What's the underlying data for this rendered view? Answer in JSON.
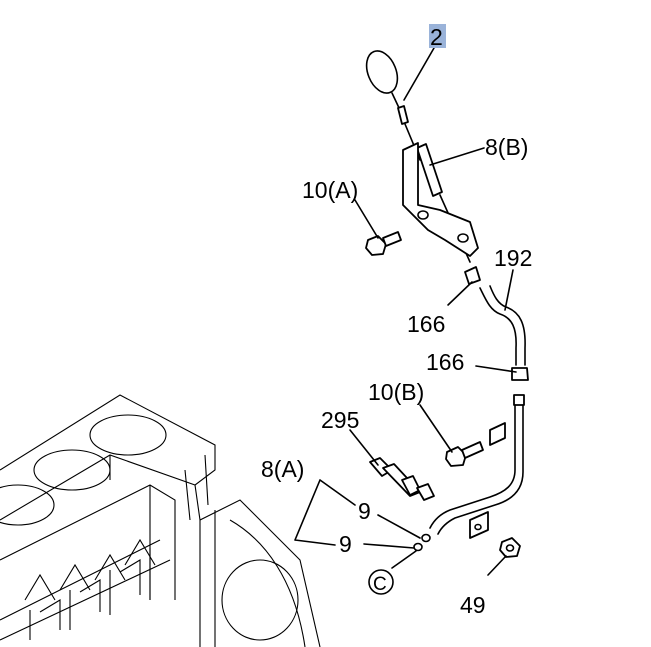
{
  "labels": {
    "part_2": "2",
    "part_8b": "8(B)",
    "part_10a": "10(A)",
    "part_192": "192",
    "part_166_upper": "166",
    "part_166_lower": "166",
    "part_10b": "10(B)",
    "part_295": "295",
    "part_8a": "8(A)",
    "part_9_upper": "9",
    "part_9_lower": "9",
    "part_c": "C",
    "part_49": "49"
  },
  "colors": {
    "highlight": "#9ab3d9",
    "line": "#000000"
  }
}
